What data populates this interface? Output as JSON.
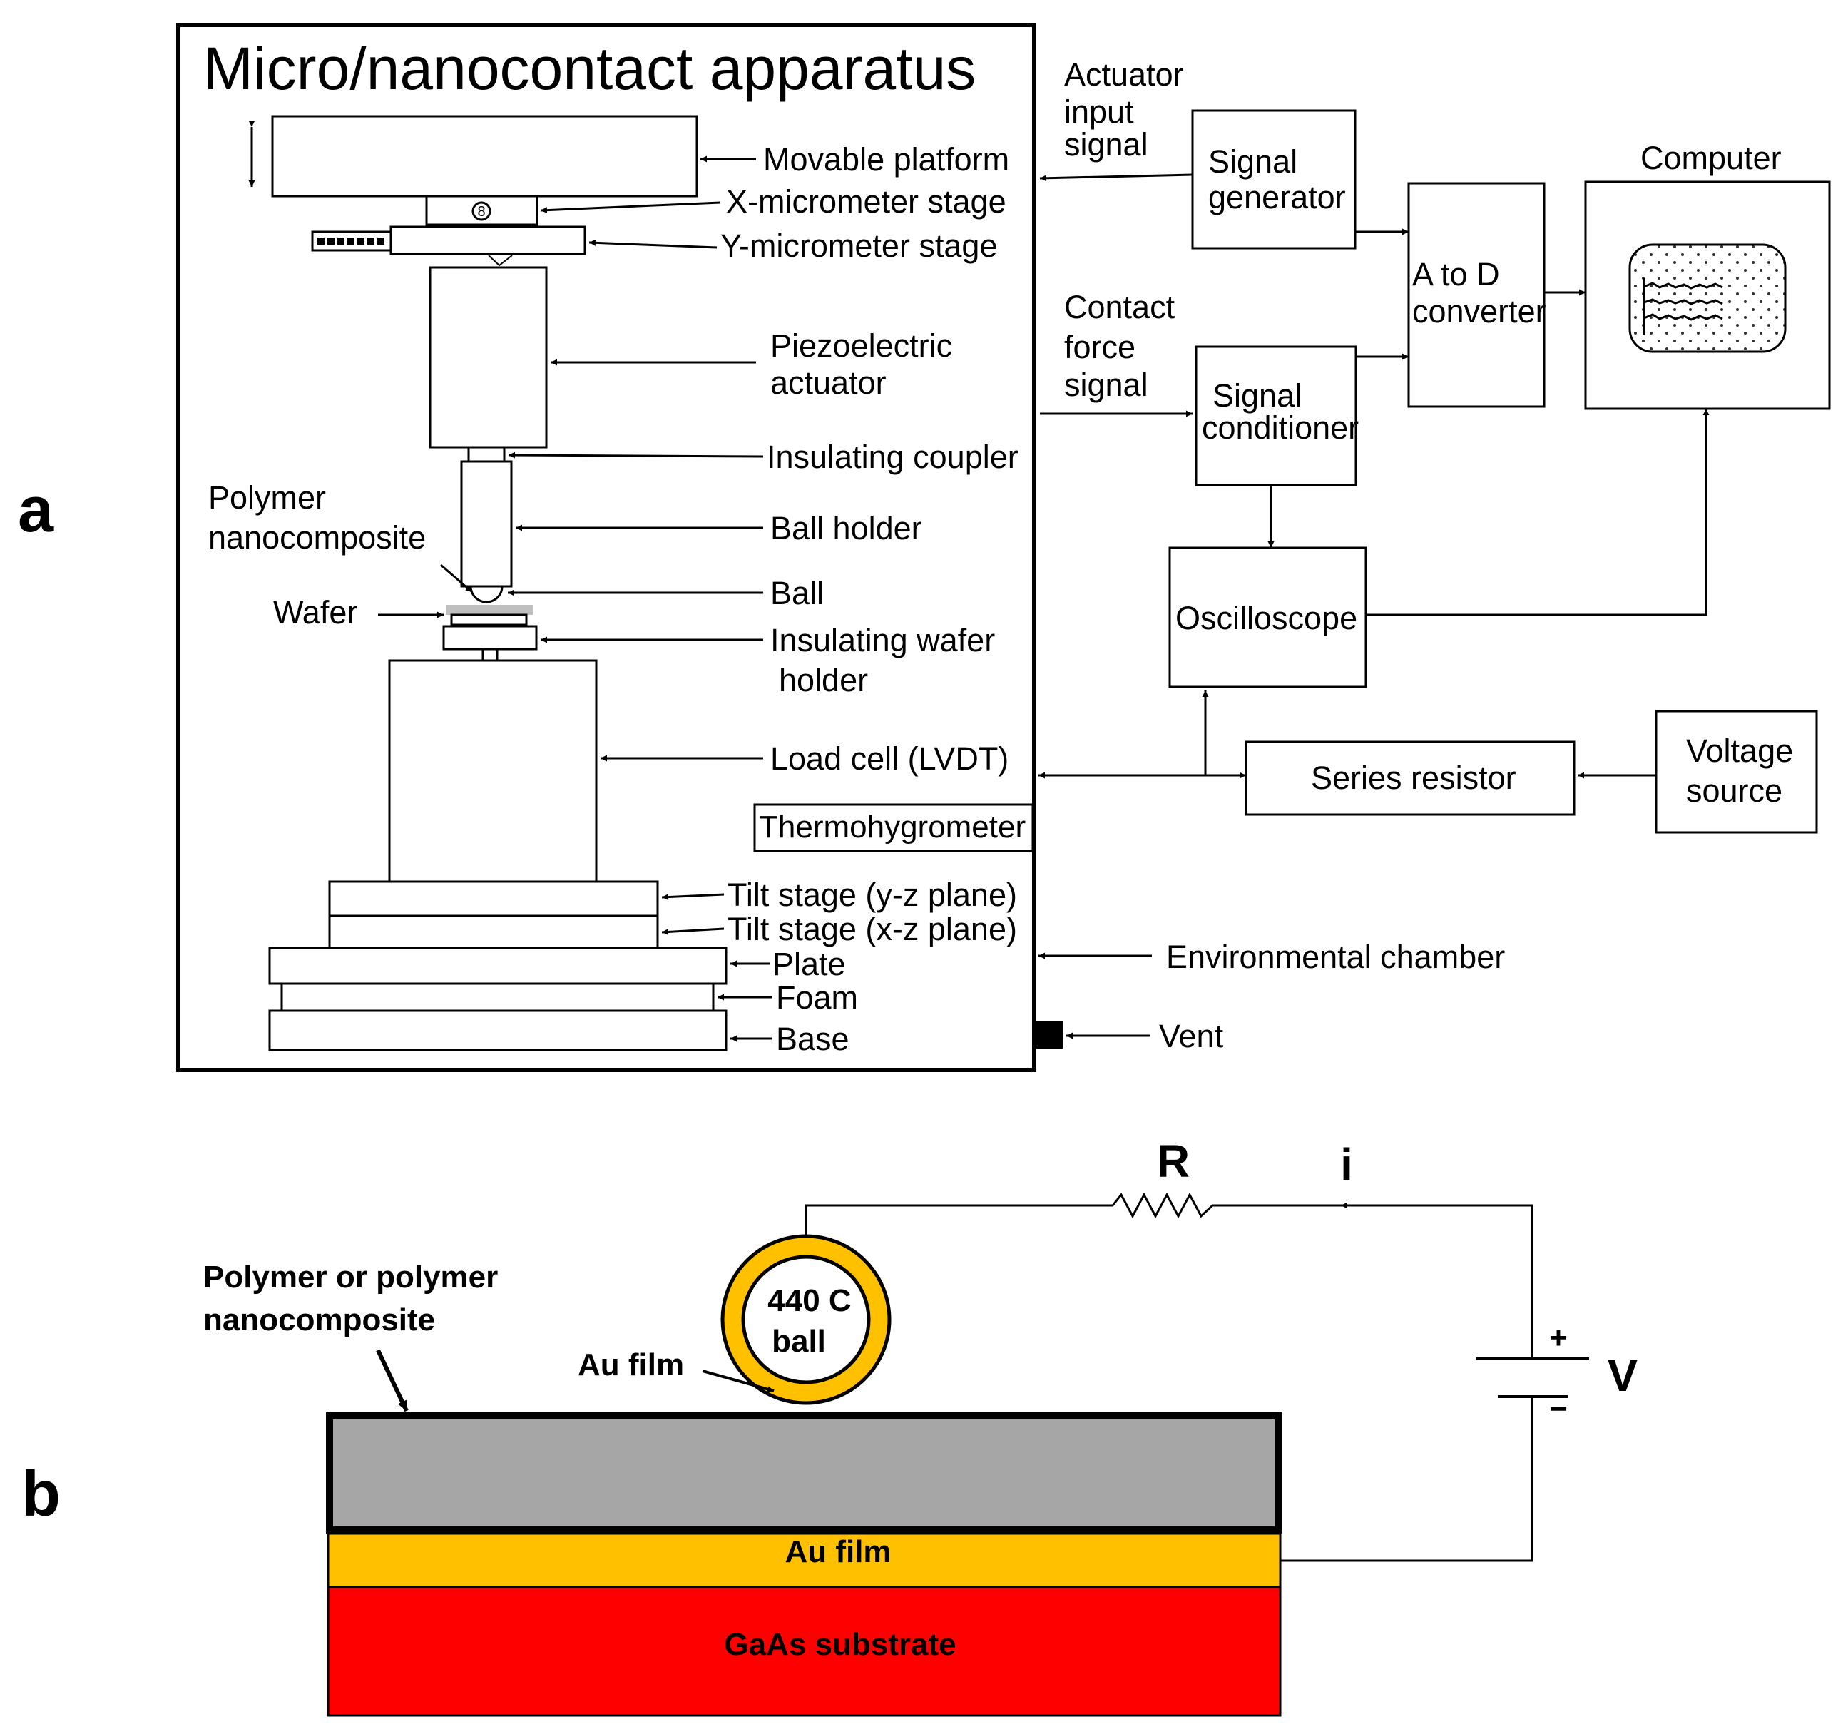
{
  "panel_a": {
    "letter": "a",
    "title": "Micro/nanocontact apparatus",
    "labels": {
      "movable_platform": "Movable platform",
      "x_micrometer": "X-micrometer stage",
      "y_micrometer": "Y-micrometer stage",
      "piezo_line1": "Piezoelectric",
      "piezo_line2": "actuator",
      "insulating_coupler": "Insulating coupler",
      "ball_holder": "Ball holder",
      "ball": "Ball",
      "polymer_line1": "Polymer",
      "polymer_line2": "nanocomposite",
      "wafer": "Wafer",
      "wafer_holder_line1": "Insulating wafer",
      "wafer_holder_line2": "holder",
      "load_cell": "Load cell (LVDT)",
      "thermohygrometer": "Thermohygrometer",
      "tilt_yz": "Tilt stage (y-z plane)",
      "tilt_xz": "Tilt stage (x-z plane)",
      "plate": "Plate",
      "foam": "Foam",
      "base": "Base",
      "environmental_chamber": "Environmental chamber",
      "vent": "Vent"
    },
    "signals": {
      "actuator_line1": "Actuator",
      "actuator_line2": "input",
      "actuator_line3": "signal",
      "contact_line1": "Contact",
      "contact_line2": "force",
      "contact_line3": "signal"
    },
    "blocks": {
      "signal_generator_line1": "Signal",
      "signal_generator_line2": "generator",
      "a_to_d_line1": "A to D",
      "a_to_d_line2": "converter",
      "computer": "Computer",
      "signal_conditioner_line1": "Signal",
      "signal_conditioner_line2": "conditioner",
      "oscilloscope": "Oscilloscope",
      "series_resistor": "Series resistor",
      "voltage_source_line1": "Voltage",
      "voltage_source_line2": "source"
    }
  },
  "panel_b": {
    "letter": "b",
    "resistor": "R",
    "current": "i",
    "voltage": "V",
    "plus": "+",
    "minus": "−",
    "ball_line1": "440 C",
    "ball_line2": "ball",
    "au_film_ball": "Au film",
    "au_film_layer": "Au film",
    "substrate": "GaAs substrate",
    "polymer_line1": "Polymer or polymer",
    "polymer_line2": "nanocomposite"
  },
  "colors": {
    "gold": "#FFC000",
    "gaas_red": "#FF0000",
    "polymer_gray": "#A6A6A6",
    "line": "#000000"
  }
}
